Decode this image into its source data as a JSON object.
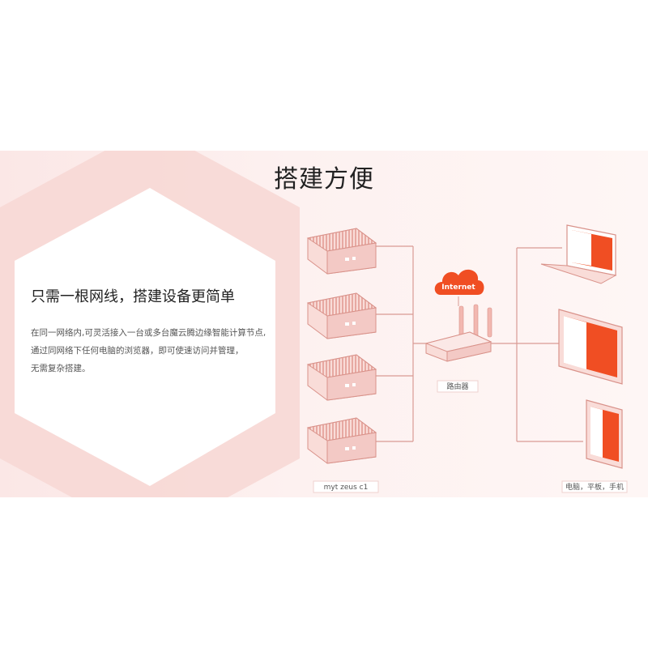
{
  "title": "搭建方便",
  "headline": "只需一根网线，搭建设备更简单",
  "description": [
    "在同一网络内,可灵活接入一台或多台魔云腾边缘智能计算节点,",
    "通过同网络下任何电脑的浏览器，即可使速访问并管理，",
    "无需复杂搭建。"
  ],
  "diagram": {
    "cloud_label": "Internet",
    "router_label": "路由器",
    "devices_label": "myt zeus c1",
    "clients_label": "电脑，平板，手机"
  },
  "colors": {
    "accent": "#f04e23",
    "device": "#f3c9c5",
    "device_stroke": "#d9928a",
    "line": "#d99a94",
    "banner": "#fbe7e6"
  }
}
